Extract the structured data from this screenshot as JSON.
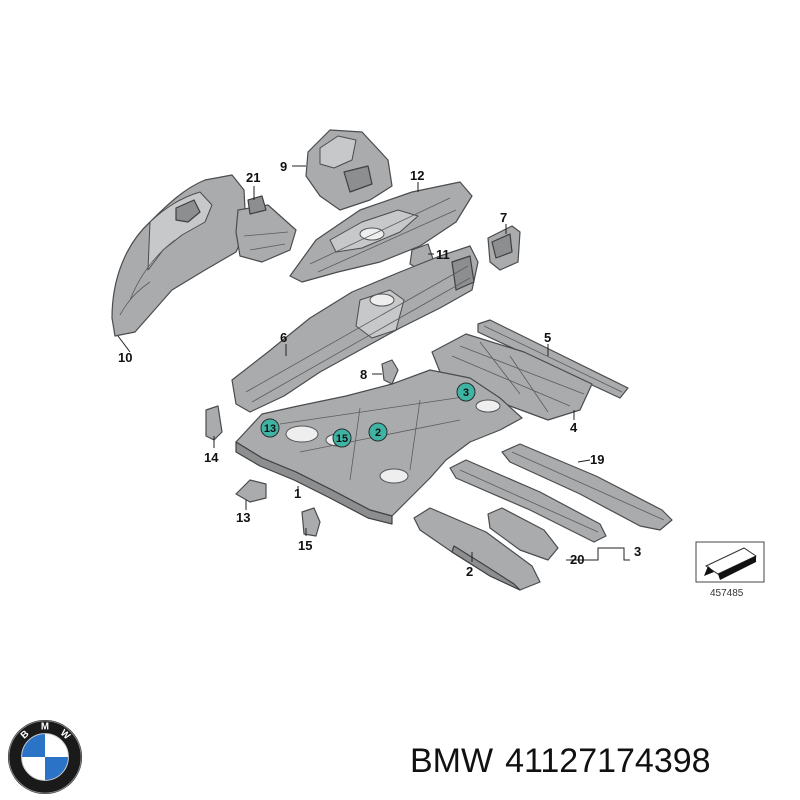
{
  "diagram": {
    "callouts": [
      {
        "id": "c10",
        "label": "10"
      },
      {
        "id": "c21",
        "label": "21"
      },
      {
        "id": "c9",
        "label": "9"
      },
      {
        "id": "c12",
        "label": "12"
      },
      {
        "id": "c7",
        "label": "7"
      },
      {
        "id": "c11",
        "label": "11"
      },
      {
        "id": "c6",
        "label": "6"
      },
      {
        "id": "c5",
        "label": "5"
      },
      {
        "id": "c8",
        "label": "8"
      },
      {
        "id": "c4",
        "label": "4"
      },
      {
        "id": "c14",
        "label": "14"
      },
      {
        "id": "c19",
        "label": "19"
      },
      {
        "id": "c1",
        "label": "1"
      },
      {
        "id": "c13",
        "label": "13"
      },
      {
        "id": "c15",
        "label": "15"
      },
      {
        "id": "c2",
        "label": "2"
      },
      {
        "id": "c20",
        "label": "20"
      },
      {
        "id": "c3",
        "label": "3"
      }
    ],
    "badges": [
      {
        "id": "b3",
        "label": "3"
      },
      {
        "id": "b13",
        "label": "13"
      },
      {
        "id": "b15",
        "label": "15"
      },
      {
        "id": "b2",
        "label": "2"
      }
    ],
    "badge_color": "#3fb3a4",
    "reference_number": "457485"
  },
  "brand": {
    "name": "BMW",
    "part_number": "41127174398",
    "logo_letters": [
      "B",
      "M",
      "W"
    ],
    "logo_colors": {
      "blue": "#2a73c7",
      "white": "#ffffff",
      "ring": "#1a1a1a"
    }
  }
}
